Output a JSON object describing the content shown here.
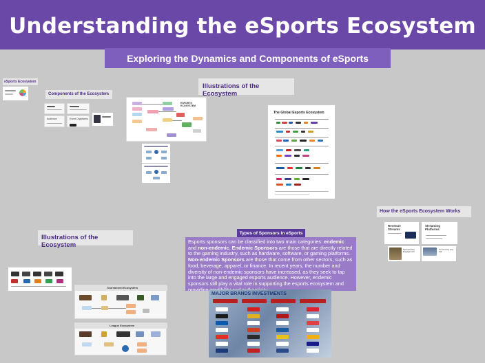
{
  "header": {
    "title": "Understanding the eSports Ecosystem",
    "subtitle": "Exploring the Dynamics and Components of eSports"
  },
  "labels": {
    "esports_ecosystem": "eSports Ecosystem",
    "components": "Components of the Ecosystem",
    "illustrations_top": "Illustrations of the Ecosystem",
    "illustrations_left": "Illustrations of the Ecosystem",
    "how_works": "How the eSports Ecosystem Works",
    "types_sponsors": "Types of Sponsors in eSports"
  },
  "thumbnails": {
    "esports_ecosystem_title": "ESPORTS ECOSYSTEM",
    "global_ecosystem_title": "The Global Esports Ecosystem",
    "tournament_ecosystem": "Tournament Ecosystem",
    "league_ecosystem": "League Ecosystem",
    "major_brands": "MAJOR BRANDS INVESTMENTS",
    "revenue_streams": "Revenue Streams",
    "streaming_platforms": "Streaming Platforms",
    "audience": "Audience",
    "event_organizers": "Event Organizers",
    "sponsorship_engagement": "Sponsorship Engagement",
    "community_and_fan": "Community and Fan"
  },
  "sponsors_paragraph": {
    "p1": "Esports sponsors can be classified into two main categories: ",
    "b1": "endemic",
    "p2": " and ",
    "b2": "non-endemic",
    "p3": ". ",
    "b3": "Endemic Sponsors",
    "p4": " are those that are directly related to the gaming industry, such as hardware, software, or gaming platforms. ",
    "b4": "Non-endemic Sponsors",
    "p5": " are those that come from other sectors, such as food, beverage, apparel, or finance. In recent years, the number and diversity of non-endemic sponsors have increased, as they seek to tap into the large and engaged esports audience. However, endemic sponsors still play a vital role in supporting the esports ecosystem and providing credibility and authenticity."
  },
  "colors": {
    "banner": "#6a48a8",
    "subtitle_bg": "#7f5fbd",
    "label_text": "#4a2c85",
    "paragraph_bg": "#9a7bc8",
    "canvas": "#c8c8c8"
  }
}
